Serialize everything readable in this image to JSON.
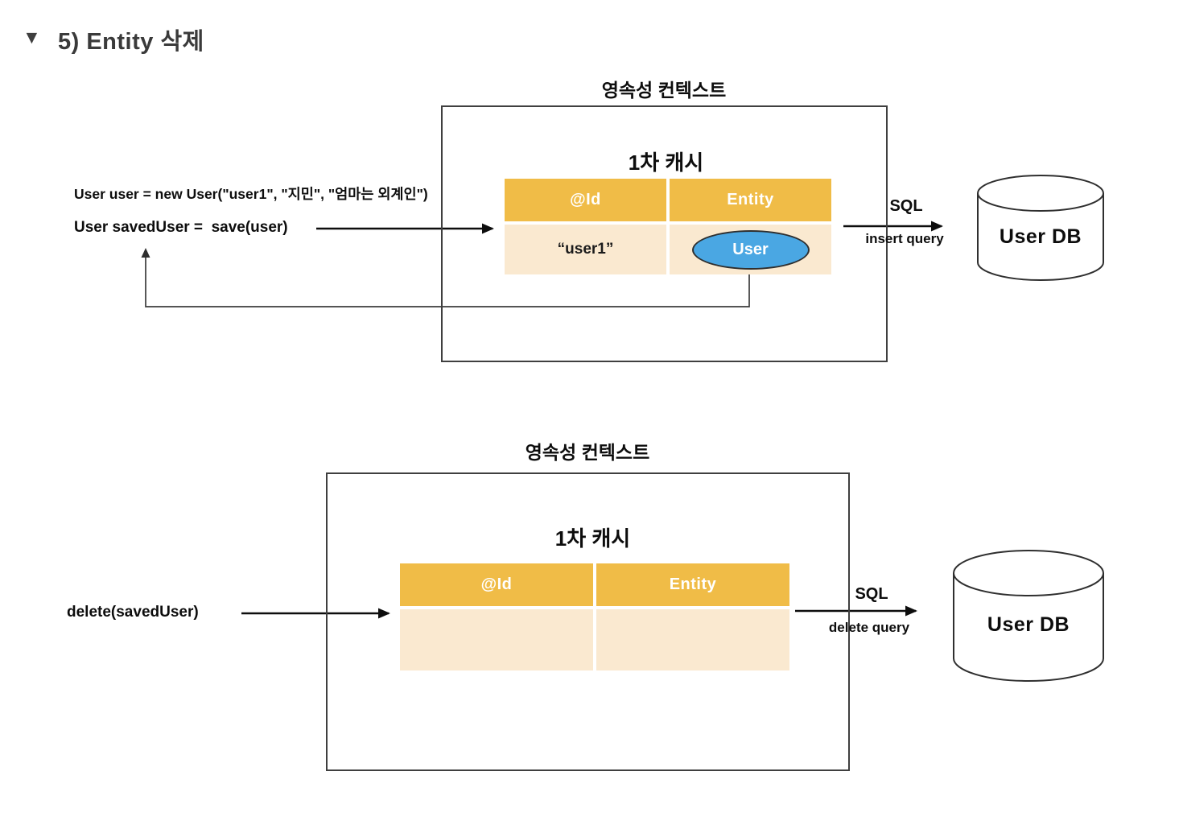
{
  "page": {
    "toggle_icon": "triangle-down",
    "toggle_glyph": "▼",
    "title": "5) Entity 삭제"
  },
  "top": {
    "context_title": "영속성 컨텍스트",
    "cache_title": "1차 캐시",
    "table": {
      "headers": [
        "@Id",
        "Entity"
      ],
      "row": {
        "id": "“user1”",
        "entity": "User"
      }
    },
    "code_line1": "User user = new User(\"user1\", \"지민\", \"엄마는 외계인\")",
    "code_line2": "User savedUser =  save(user)",
    "sql_label": "SQL",
    "sql_query": "insert query",
    "db_label": "User DB"
  },
  "bottom": {
    "context_title": "영속성 컨텍스트",
    "cache_title": "1차 캐시",
    "table": {
      "headers": [
        "@Id",
        "Entity"
      ]
    },
    "code_line": "delete(savedUser)",
    "sql_label": "SQL",
    "sql_query": "delete query",
    "db_label": "User DB"
  },
  "colors": {
    "table_header": "#f0bc47",
    "table_body": "#fae9d0",
    "entity_fill": "#4aa7e3",
    "line": "#0d0d0d",
    "box_border": "#3f3f3f"
  }
}
